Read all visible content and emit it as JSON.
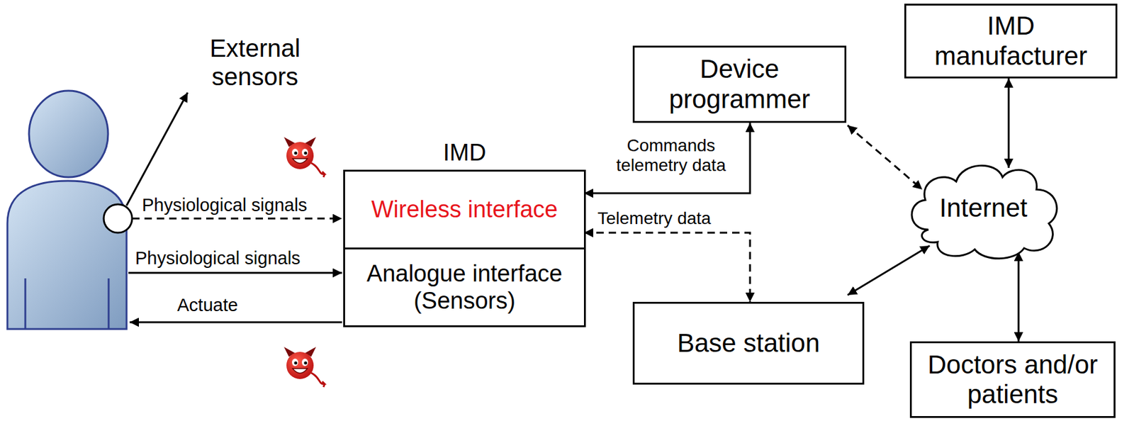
{
  "diagram": {
    "nodes": [
      {
        "text": [
          "IMD"
        ]
      },
      {
        "text": [
          "Wireless interface"
        ],
        "in": 0
      },
      {
        "text": [
          "Analogue interface (Sensors)"
        ],
        "in": 0
      },
      {
        "text": [
          "Device programmer"
        ]
      },
      {
        "text": [
          "IMD manufacturer"
        ]
      },
      {
        "text": [
          "Internet"
        ]
      },
      {
        "text": [
          "Base station"
        ]
      },
      {
        "text": [
          "Doctors and/or patients"
        ]
      }
    ],
    "edges": [
      {
        "from": 3,
        "to": 1,
        "arrow": "both",
        "label": "Commands telemetry data"
      },
      {
        "from": 1,
        "to": 6,
        "arrow": "both",
        "label": "Telemetry data"
      },
      {
        "from": 3,
        "to": 5,
        "arrow": "both"
      },
      {
        "from": 4,
        "to": 5,
        "arrow": "both"
      },
      {
        "from": 6,
        "to": 5,
        "arrow": "both"
      },
      {
        "from": 7,
        "to": 5,
        "arrow": "both"
      }
    ],
    "labels": [
      "External sensors",
      "Physiological signals",
      "Physiological signals",
      "Actuate"
    ]
  }
}
